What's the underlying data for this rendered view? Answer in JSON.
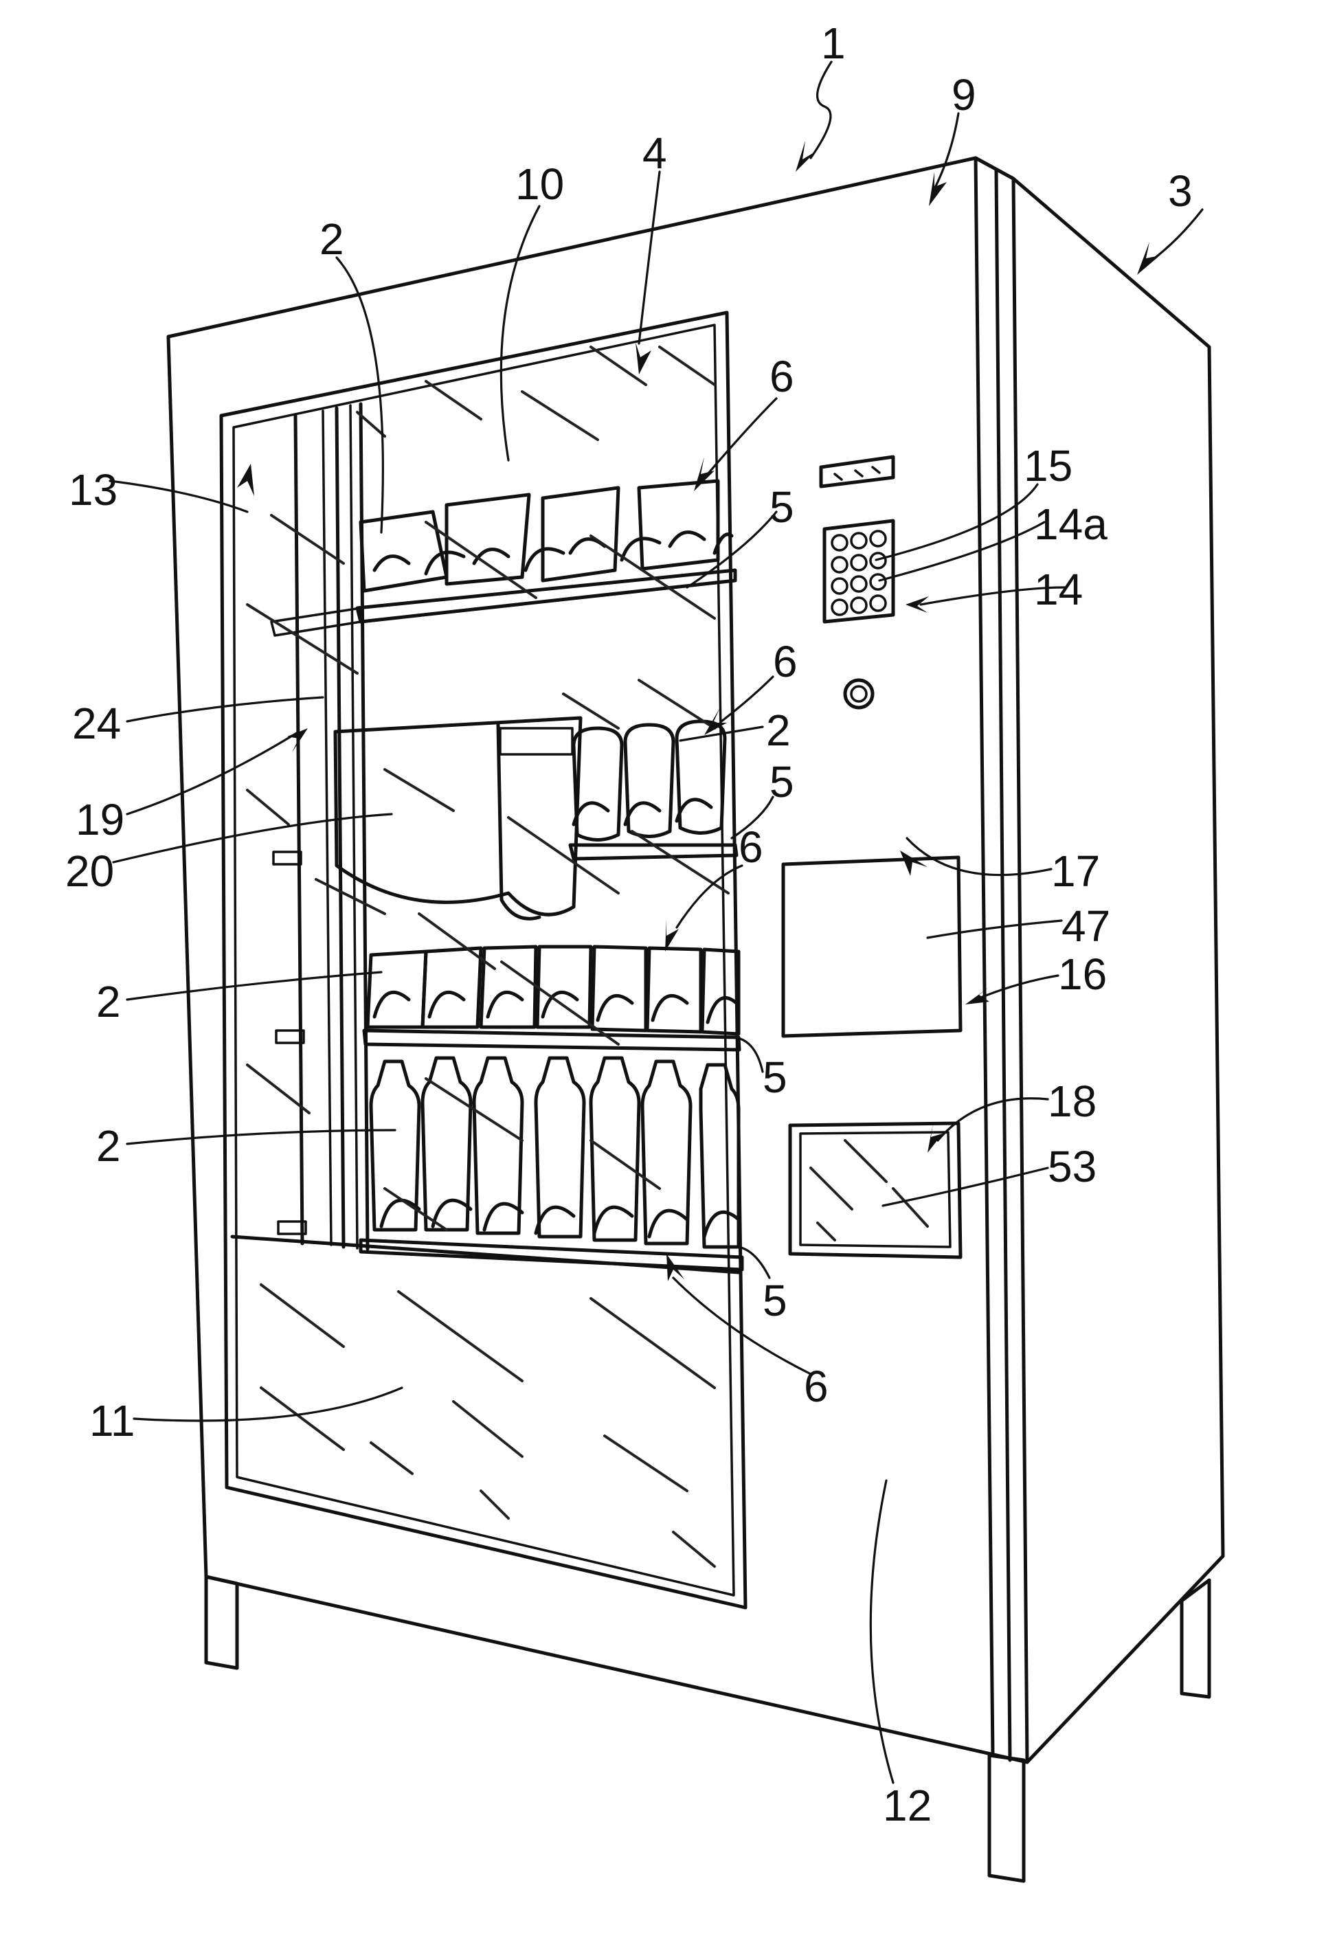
{
  "colors": {
    "ink": "#111111",
    "paper": "#ffffff"
  },
  "labels": {
    "machine": "1",
    "product": "2",
    "cabinet": "3",
    "display_area": "4",
    "shelf": "5",
    "spiral_row": "6",
    "front_upper": "9",
    "glass_panel": "10",
    "lower_glass": "11",
    "front_lower": "12",
    "inner_frame": "13",
    "keypad": "14",
    "keypad_a": "14a",
    "button": "15",
    "screen_unit": "16",
    "screen_arrow": "17",
    "dispense_arrow": "18",
    "carriage": "19",
    "pickup_bin": "20",
    "column_guide": "24",
    "screen": "47",
    "dispense_window": "53"
  }
}
